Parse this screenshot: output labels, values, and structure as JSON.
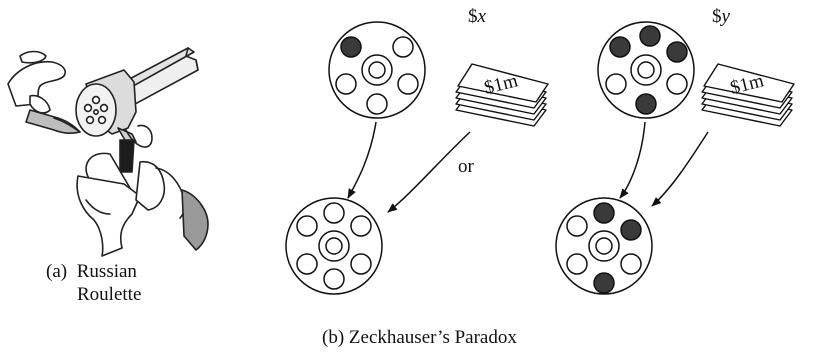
{
  "figure": {
    "panel_a": {
      "label": "(a)",
      "caption_line1": "Russian",
      "caption_line2": "Roulette",
      "icon": "revolver-being-loaded-icon"
    },
    "panel_b": {
      "caption": "(b) Zeckhauser’s Paradox",
      "or_text": "or",
      "left_amount": "$x",
      "right_amount": "$y",
      "banknote_text": "$1m",
      "cylinder_chambers": 6,
      "left_before_bullets": 1,
      "left_after_bullets": 0,
      "right_before_bullets": 4,
      "right_after_bullets": 3
    },
    "colors": {
      "ink": "#111111",
      "bullet_fill": "#3a3a3a",
      "paper": "#ffffff"
    }
  }
}
